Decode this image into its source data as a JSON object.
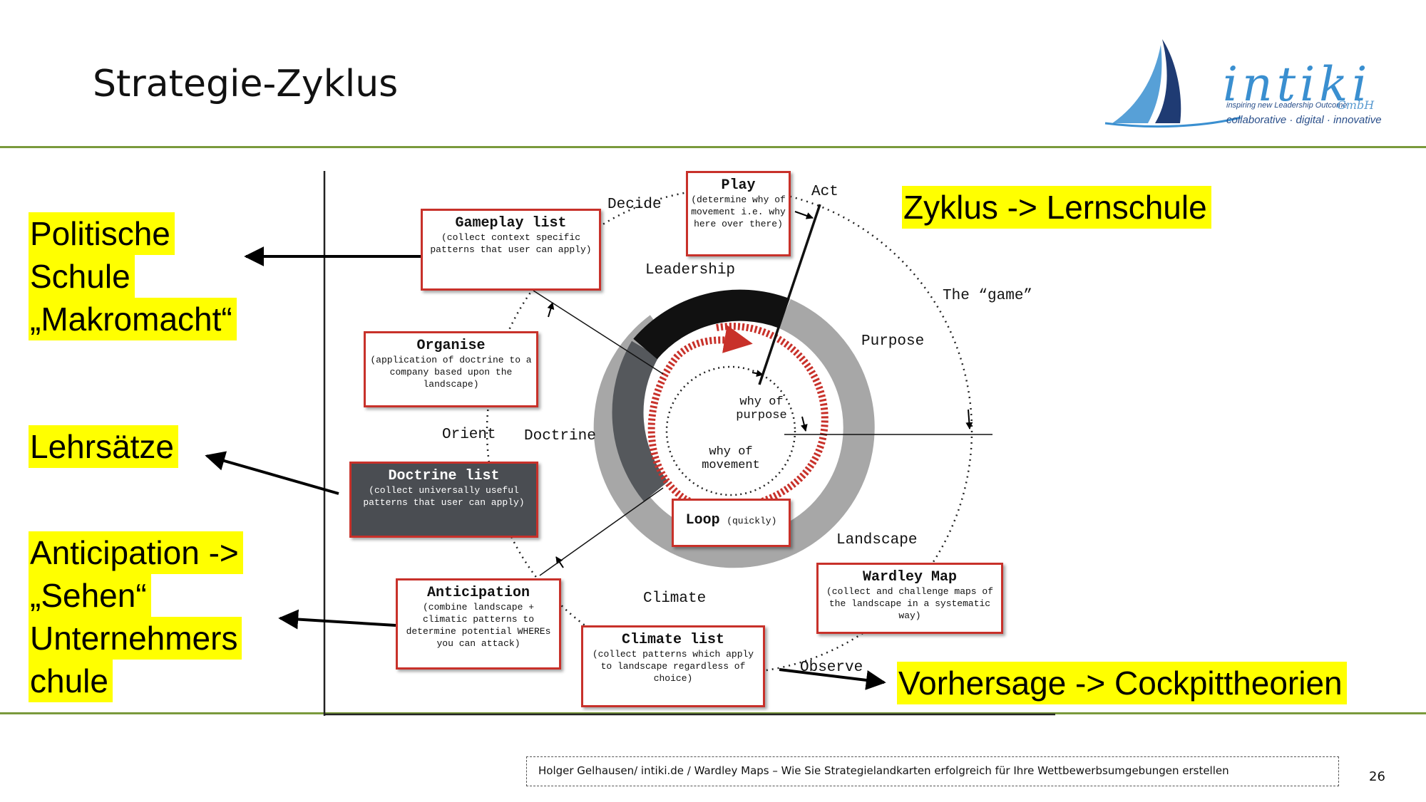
{
  "slide": {
    "title": "Strategie-Zyklus",
    "page_number": "26",
    "footer": "Holger Gelhausen/ intiki.de / Wardley Maps – Wie Sie Strategielandkarten erfolgreich für Ihre Wettbewerbsumgebungen erstellen"
  },
  "logo": {
    "brand": "intiki",
    "tagline": "inspiring new Leadership Outcome",
    "suffix": "GmbH",
    "subline": "collaborative · digital · innovative"
  },
  "highlights": {
    "politische": [
      "Politische",
      "Schule",
      "„Makromacht“"
    ],
    "lehrsaetze": "Lehrsätze",
    "anticipation": [
      "Anticipation ->",
      "„Sehen“",
      "Unternehmers",
      "chule"
    ],
    "zyklus": "Zyklus -> Lernschule",
    "vorhersage": "Vorhersage -> Cockpittheorien"
  },
  "diagram": {
    "boxes": {
      "gameplay": {
        "title": "Gameplay list",
        "desc": "(collect context specific patterns that user can apply)"
      },
      "play": {
        "title": "Play",
        "desc": "(determine why of movement i.e. why here over there)"
      },
      "organise": {
        "title": "Organise",
        "desc": "(application of doctrine to a company based upon the landscape)"
      },
      "doctrine": {
        "title": "Doctrine list",
        "desc": "(collect universally useful patterns that user can apply)"
      },
      "anticipation": {
        "title": "Anticipation",
        "desc": "(combine landscape + climatic patterns to determine potential WHEREs you can attack)"
      },
      "climate": {
        "title": "Climate list",
        "desc": "(collect patterns which apply to landscape regardless of choice)"
      },
      "wardley": {
        "title": "Wardley Map",
        "desc": "(collect and challenge maps of the landscape in a systematic way)"
      },
      "loop": {
        "title": "Loop",
        "desc": "(quickly)"
      }
    },
    "labels": {
      "decide": "Decide",
      "act": "Act",
      "leadership": "Leadership",
      "game": "The “game”",
      "purpose": "Purpose",
      "orient": "Orient",
      "doctrine": "Doctrine",
      "why_purpose": "why of purpose",
      "why_movement": "why of movement",
      "landscape": "Landscape",
      "climate": "Climate",
      "observe": "Observe"
    }
  }
}
